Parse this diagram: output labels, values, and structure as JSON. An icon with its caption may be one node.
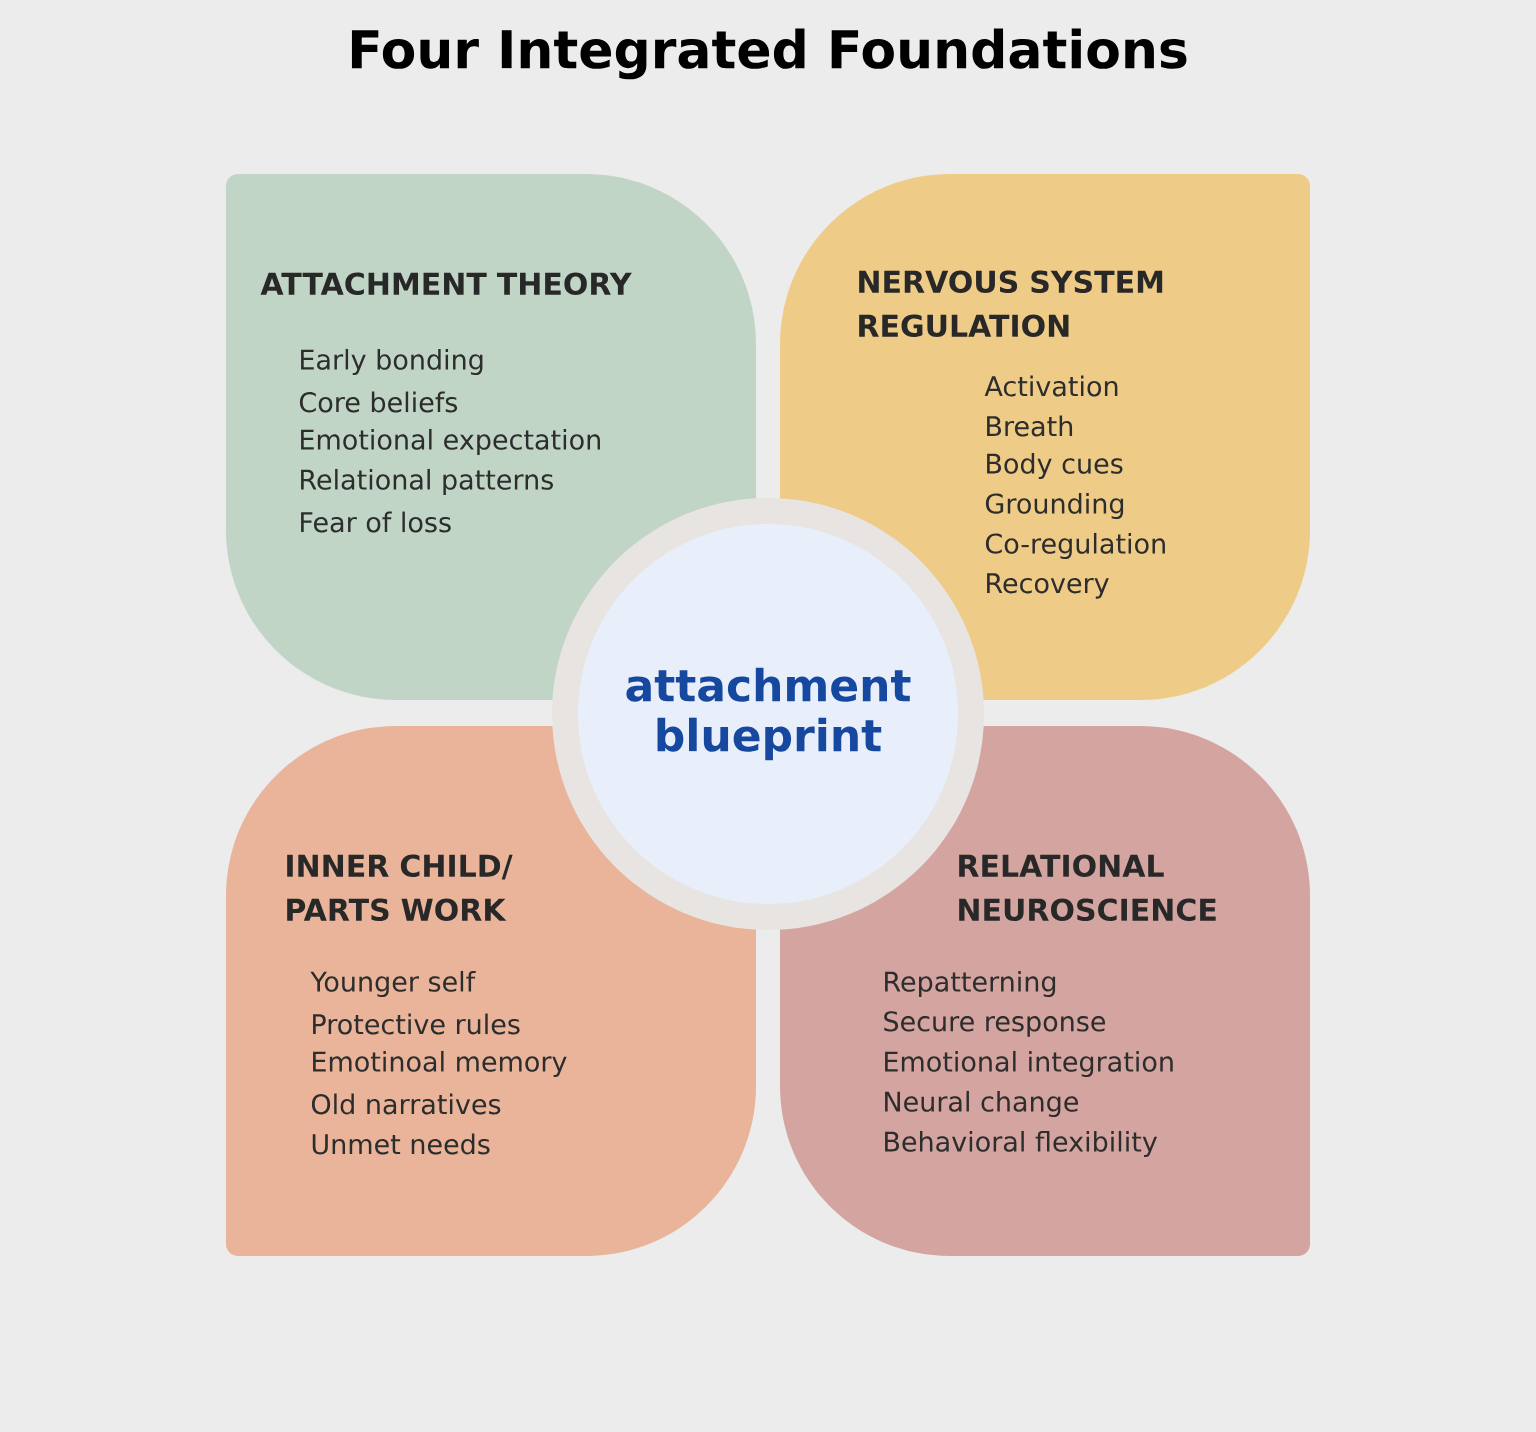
{
  "diagram": {
    "title": "Four Integrated Foundations",
    "nodes": [
      {
        "text": [
          "ATTACHMENT THEORY",
          "Early bonding",
          "Core beliefs",
          "Emotional expectation",
          "Relational patterns",
          "Fear of loss"
        ]
      },
      {
        "text": [
          "NERVOUS SYSTEM REGULATION",
          "Activation",
          "Breath",
          "Body cues",
          "Grounding",
          "Co-regulation",
          "Recovery"
        ]
      },
      {
        "text": [
          "INNER CHILD/ PARTS WORK",
          "Younger self",
          "Protective rules",
          "Emotinoal memory",
          "Old narratives",
          "Unmet needs"
        ]
      },
      {
        "text": [
          "RELATIONAL NEUROSCIENCE",
          "Repatterning",
          "Secure response",
          "Emotional integration",
          "Neural change",
          "Behavioral flexibility"
        ]
      },
      {
        "text": [
          "attachment blueprint"
        ]
      }
    ],
    "edges": []
  }
}
